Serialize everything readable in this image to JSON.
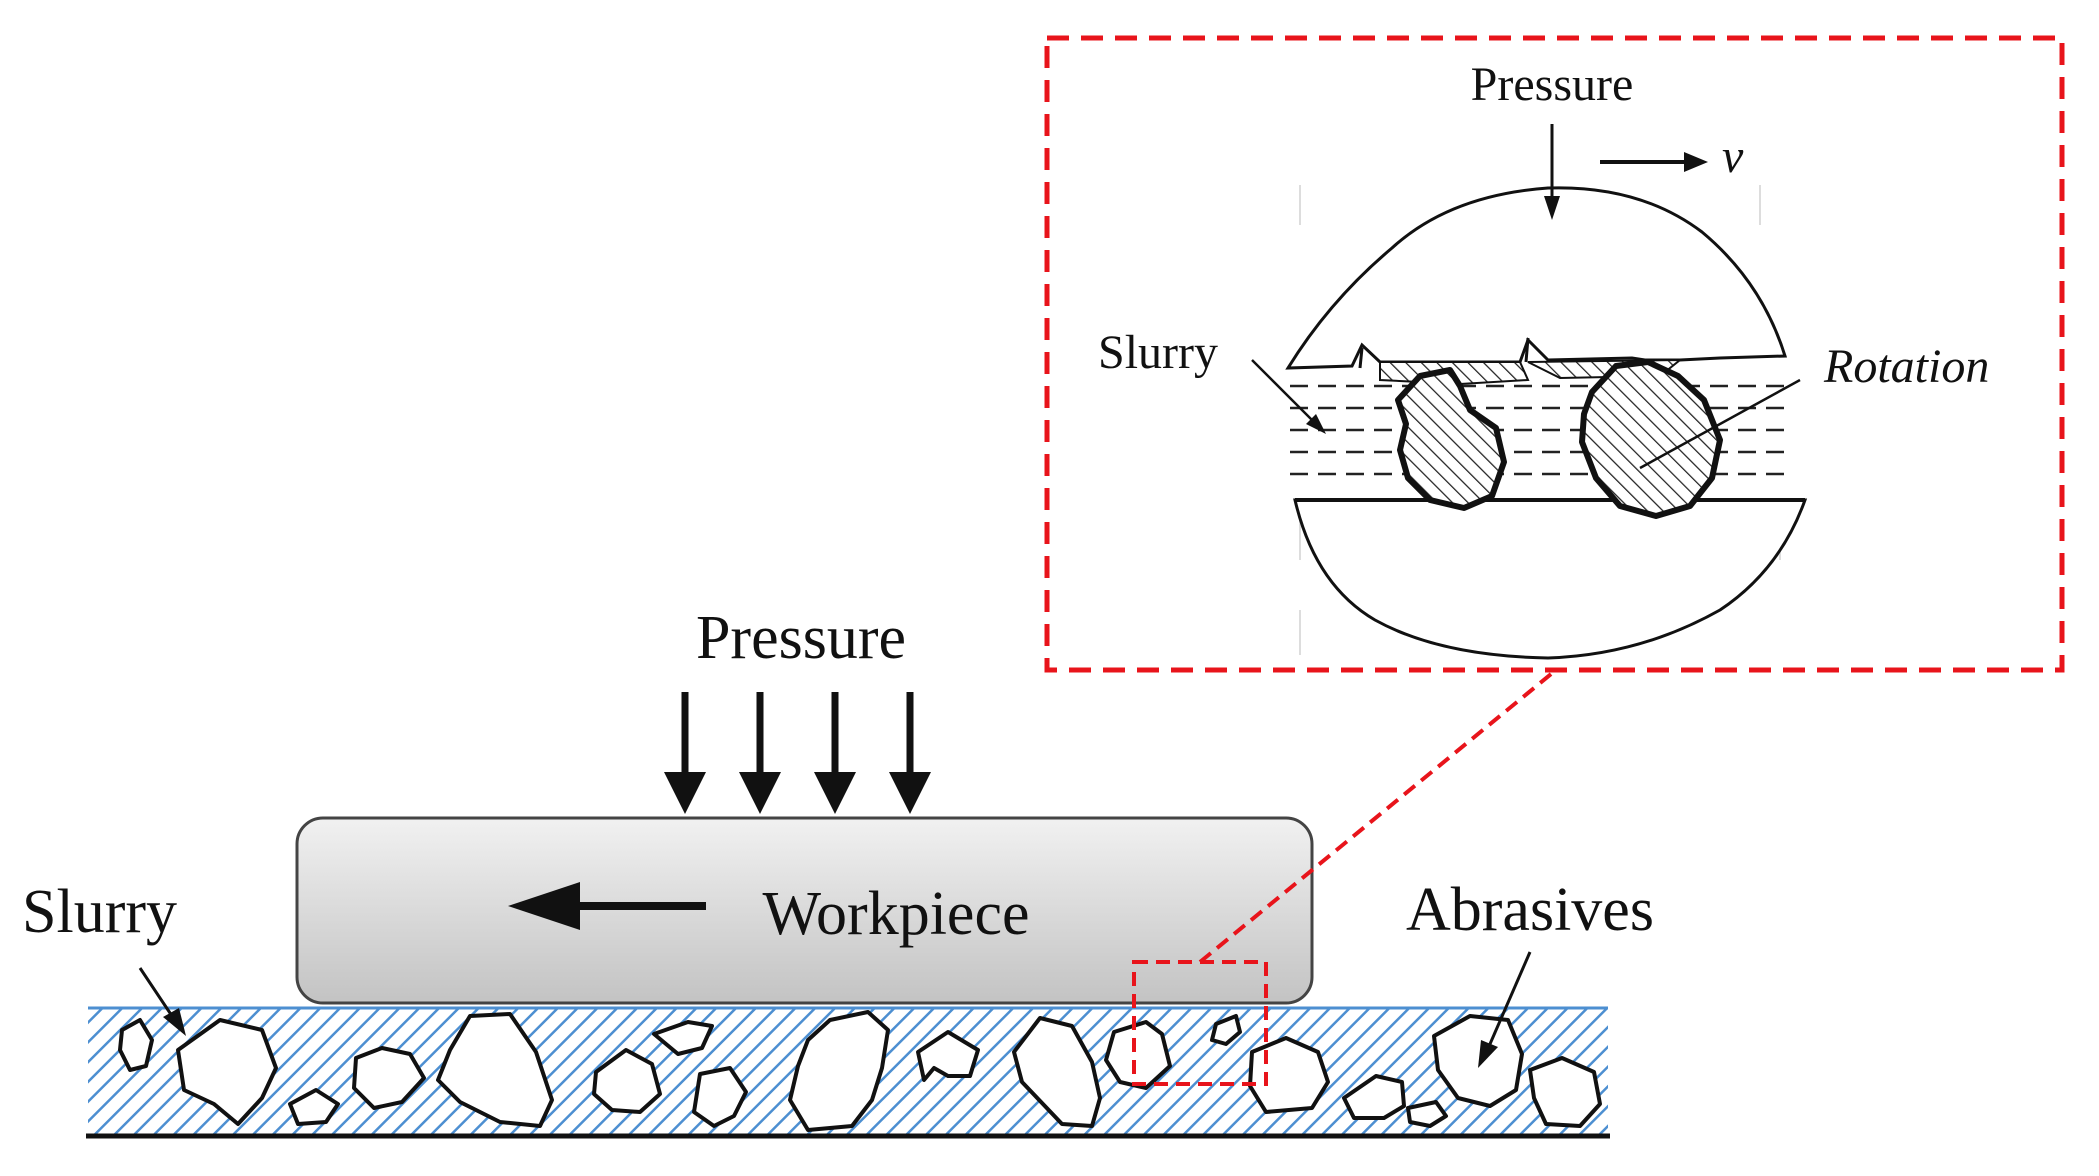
{
  "labels": {
    "pressure_main": "Pressure",
    "workpiece": "Workpiece",
    "slurry_main": "Slurry",
    "abrasives": "Abrasives",
    "pressure_inset": "Pressure",
    "velocity": "v",
    "slurry_inset": "Slurry",
    "rotation": "Rotation"
  },
  "colors": {
    "hatch": "#4d8fd1",
    "highlight": "#e8141b",
    "workpiece_top": "#f1f1f1",
    "workpiece_bottom": "#c3c3c3",
    "ink": "#111111"
  }
}
